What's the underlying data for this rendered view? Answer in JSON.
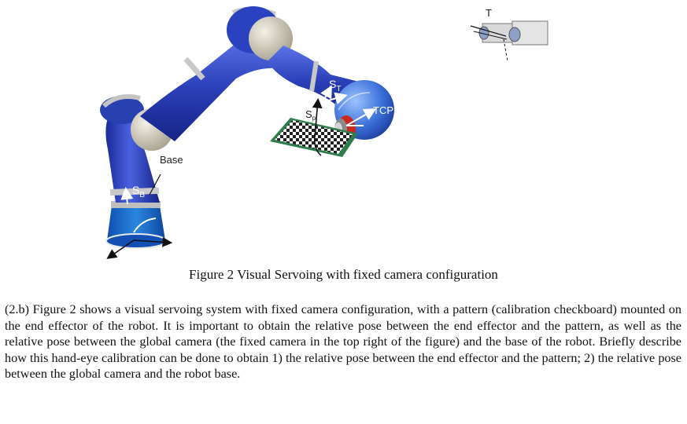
{
  "figure": {
    "labels": {
      "camera_t": "T",
      "s_t_main": "S",
      "s_t_sub": "T",
      "s_p_main": "S",
      "s_p_sub": "p",
      "tcp": "TCP",
      "base": "Base",
      "s_b_main": "S",
      "s_b_sub": "B"
    }
  },
  "caption": "Figure 2 Visual Servoing with fixed camera configuration",
  "question": "(2.b) Figure 2 shows a visual servoing system with fixed camera configuration, with a pattern (calibration checkboard) mounted on the end effector of the robot. It is important to obtain the relative pose between the end effector and the pattern, as well as the relative pose between the global camera (the fixed camera in the top right of the figure) and the base of the robot. Briefly describe how this hand-eye calibration can be done to obtain 1) the relative pose between the end effector and the pattern; 2) the relative pose between the global camera and the robot base.",
  "colors": {
    "robot_blue": "#2a3fb8",
    "joint_beige": "#d9d4c4",
    "base_blue": "#1a66c8",
    "board_green": "#2f7d4c"
  }
}
